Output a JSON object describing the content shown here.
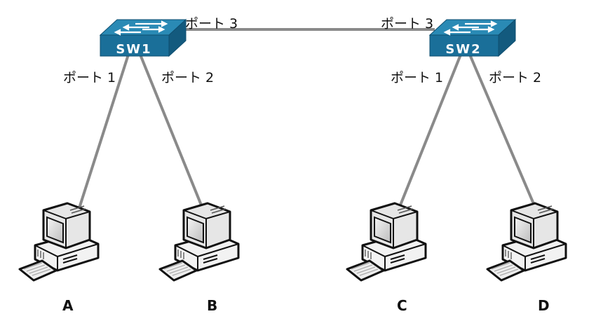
{
  "switches": [
    {
      "id": "sw1",
      "label": "SW1"
    },
    {
      "id": "sw2",
      "label": "SW2"
    }
  ],
  "ports": {
    "sw1_port1": "ポート 1",
    "sw1_port2": "ポート 2",
    "sw1_port3": "ポート 3",
    "sw2_port1": "ポート 1",
    "sw2_port2": "ポート 2",
    "sw2_port3": "ポート 3"
  },
  "computers": [
    {
      "id": "A",
      "label": "A"
    },
    {
      "id": "B",
      "label": "B"
    },
    {
      "id": "C",
      "label": "C"
    },
    {
      "id": "D",
      "label": "D"
    }
  ],
  "colors": {
    "switch_top": "#2a8ab5",
    "switch_front": "#1a6f99",
    "switch_side": "#135a7e",
    "link": "#8a8a8a"
  }
}
